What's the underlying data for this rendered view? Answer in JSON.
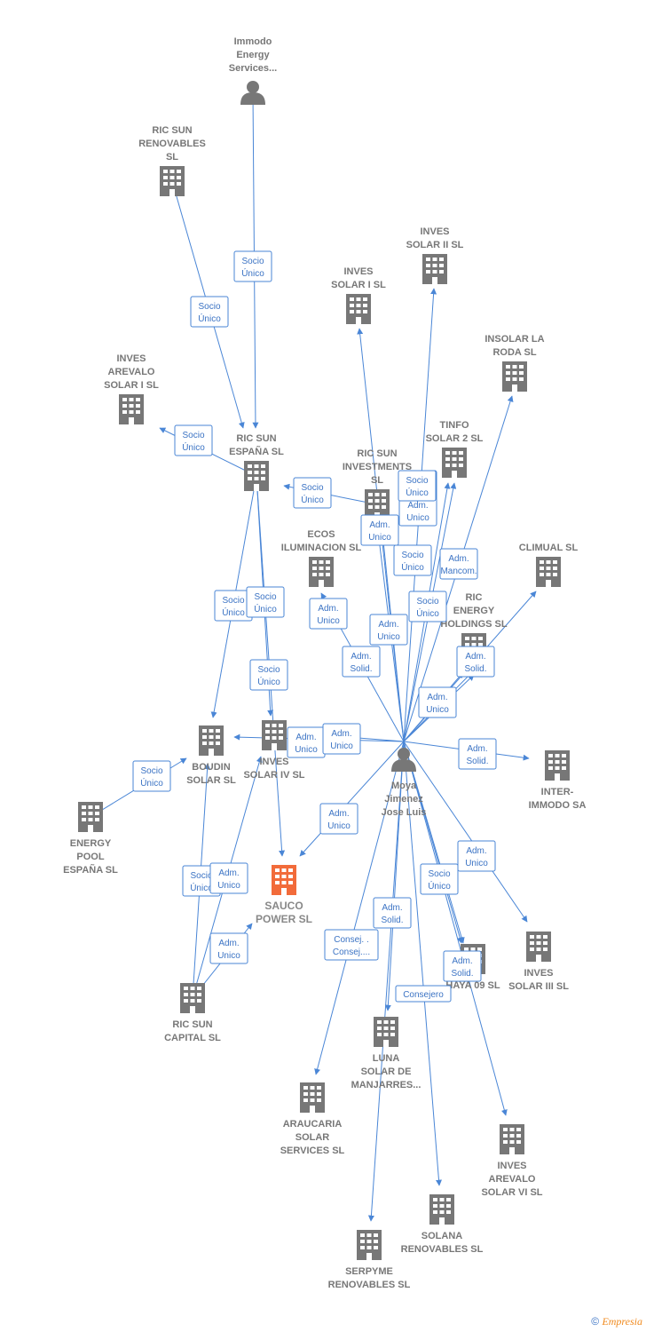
{
  "colors": {
    "edge": "#4a86d6",
    "node": "#777777",
    "focus_node": "#f26b3a",
    "label": "#777777"
  },
  "nodes": [
    {
      "id": "immodo",
      "type": "person",
      "label": [
        "Immodo",
        "Energy",
        "Services..."
      ]
    },
    {
      "id": "ricsun_ren",
      "type": "company",
      "label": [
        "RIC SUN",
        "RENOVABLES",
        "SL"
      ]
    },
    {
      "id": "inves_ii",
      "type": "company",
      "label": [
        "INVES",
        "SOLAR II SL"
      ]
    },
    {
      "id": "inves_i",
      "type": "company",
      "label": [
        "INVES",
        "SOLAR I SL"
      ]
    },
    {
      "id": "insolar",
      "type": "company",
      "label": [
        "INSOLAR LA",
        "RODA  SL"
      ]
    },
    {
      "id": "inves_arev_i",
      "type": "company",
      "label": [
        "INVES",
        "AREVALO",
        "SOLAR I  SL"
      ]
    },
    {
      "id": "tinfo",
      "type": "company",
      "label": [
        "TINFO",
        "SOLAR 2 SL"
      ]
    },
    {
      "id": "ricsun_esp",
      "type": "company",
      "label": [
        "RIC SUN",
        "ESPAÑA  SL"
      ]
    },
    {
      "id": "ricsun_inv",
      "type": "company",
      "label": [
        "RIC SUN",
        "INVESTMENTS",
        "SL"
      ]
    },
    {
      "id": "climual",
      "type": "company",
      "label": [
        "CLIMUAL SL"
      ]
    },
    {
      "id": "ecos",
      "type": "company",
      "label": [
        "ECOS",
        "ILUMINACION SL"
      ]
    },
    {
      "id": "ric_energy",
      "type": "company",
      "label": [
        "RIC",
        "ENERGY",
        "HOLDINGS  SL"
      ]
    },
    {
      "id": "boudin",
      "type": "company",
      "label": [
        "BOUDIN",
        "SOLAR SL"
      ]
    },
    {
      "id": "inves_iv",
      "type": "company",
      "label": [
        "INVES",
        "SOLAR IV SL"
      ]
    },
    {
      "id": "moya",
      "type": "person",
      "label": [
        "Moya",
        "Jimenez",
        "Jose Luis"
      ]
    },
    {
      "id": "inter",
      "type": "company",
      "label": [
        "INTER-",
        "IMMODO SA"
      ]
    },
    {
      "id": "energy_pool",
      "type": "company",
      "label": [
        "ENERGY",
        "POOL",
        "ESPAÑA  SL"
      ]
    },
    {
      "id": "sauco",
      "type": "focus",
      "label": [
        "SAUCO",
        "POWER  SL"
      ]
    },
    {
      "id": "inves_iii",
      "type": "company",
      "label": [
        "INVES",
        "SOLAR III SL"
      ]
    },
    {
      "id": "haya",
      "type": "company",
      "label": [
        "HAYA 09 SL"
      ]
    },
    {
      "id": "ricsun_cap",
      "type": "company",
      "label": [
        "RIC SUN",
        "CAPITAL  SL"
      ]
    },
    {
      "id": "luna",
      "type": "company",
      "label": [
        "LUNA",
        "SOLAR DE",
        "MANJARRES..."
      ]
    },
    {
      "id": "araucaria",
      "type": "company",
      "label": [
        "ARAUCARIA",
        "SOLAR",
        "SERVICES SL"
      ]
    },
    {
      "id": "inves_arev_vi",
      "type": "company",
      "label": [
        "INVES",
        "AREVALO",
        "SOLAR VI SL"
      ]
    },
    {
      "id": "solana",
      "type": "company",
      "label": [
        "SOLANA",
        "RENOVABLES SL"
      ]
    },
    {
      "id": "serpyme",
      "type": "company",
      "label": [
        "SERPYME",
        "RENOVABLES SL"
      ]
    }
  ],
  "edge_labels": [
    [
      "Socio",
      "Único"
    ],
    [
      "Socio",
      "Único"
    ],
    [
      "Socio",
      "Único"
    ],
    [
      "Socio",
      "Único"
    ],
    [
      "Socio",
      "Único"
    ],
    [
      "Adm.",
      "Unico"
    ],
    [
      "Adm.",
      "Unico"
    ],
    [
      "Socio",
      "Único"
    ],
    [
      "Adm.",
      "Mancom."
    ],
    [
      "Socio",
      "Único"
    ],
    [
      "Socio",
      "Único"
    ],
    [
      "Adm.",
      "Unico"
    ],
    [
      "Adm.",
      "Unico"
    ],
    [
      "Socio",
      "Único"
    ],
    [
      "Adm.",
      "Solid."
    ],
    [
      "Adm.",
      "Solid."
    ],
    [
      "Adm.",
      "Unico"
    ],
    [
      "Socio",
      "Único"
    ],
    [
      "Adm.",
      "Unico"
    ],
    [
      "Adm.",
      "Unico"
    ],
    [
      "Socio",
      "Único"
    ],
    [
      "Adm.",
      "Solid."
    ],
    [
      "Adm.",
      "Unico"
    ],
    [
      "Socio",
      "Único"
    ],
    [
      "Socio",
      "Único"
    ],
    [
      "Adm.",
      "Unico"
    ],
    [
      "Adm.",
      "Unico"
    ],
    [
      "Adm.",
      "Unico"
    ],
    [
      "Socio",
      "Único"
    ],
    [
      "Consej. .",
      "Consej...."
    ],
    [
      "Adm.",
      "Solid."
    ],
    [
      "Consejero"
    ],
    [
      "Adm.",
      "Solid."
    ]
  ],
  "footer": {
    "copyright": "©",
    "brand": "Empresia"
  }
}
